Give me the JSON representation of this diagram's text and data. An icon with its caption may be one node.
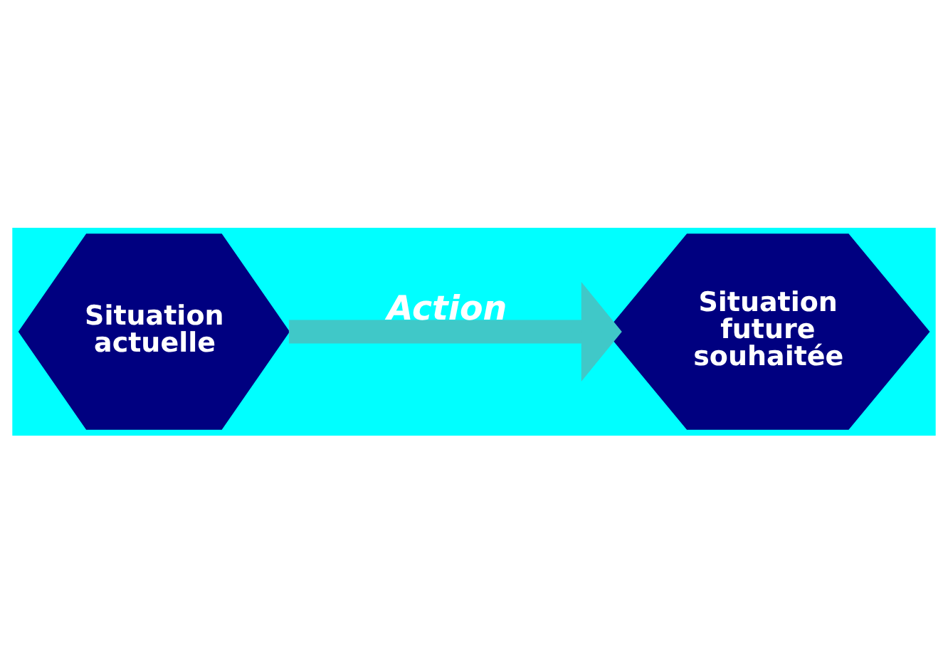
{
  "diagram": {
    "nodes": [
      {
        "text": [
          "Situation actuelle"
        ]
      },
      {
        "text": [
          "Situation future souhaitée"
        ]
      }
    ],
    "edges": [
      {
        "from": 0,
        "to": 1,
        "arrow": "to",
        "label": "Action"
      }
    ]
  }
}
